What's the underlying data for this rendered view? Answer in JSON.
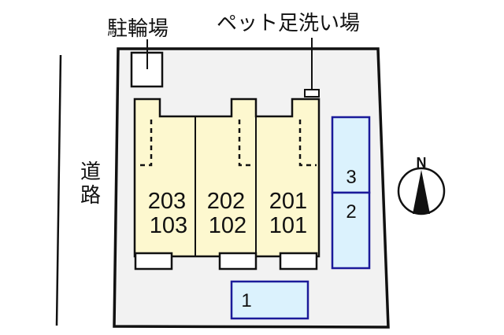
{
  "labels": {
    "bicycle_parking": "駐輪場",
    "pet_foot_wash": "ペット足洗い場",
    "road_char_1": "道",
    "road_char_2": "路",
    "compass_north": "N"
  },
  "buildings": [
    {
      "upper": "203",
      "lower": "103"
    },
    {
      "upper": "202",
      "lower": "102"
    },
    {
      "upper": "201",
      "lower": "101"
    }
  ],
  "parking": [
    {
      "number": "1"
    },
    {
      "number": "2"
    },
    {
      "number": "3"
    }
  ],
  "colors": {
    "lot_fill": "#f2f2f2",
    "building_fill": "#fdf8cf",
    "parking_fill": "#dbf2fd",
    "parking_stroke": "#1a1a9a",
    "outline": "#111111"
  }
}
